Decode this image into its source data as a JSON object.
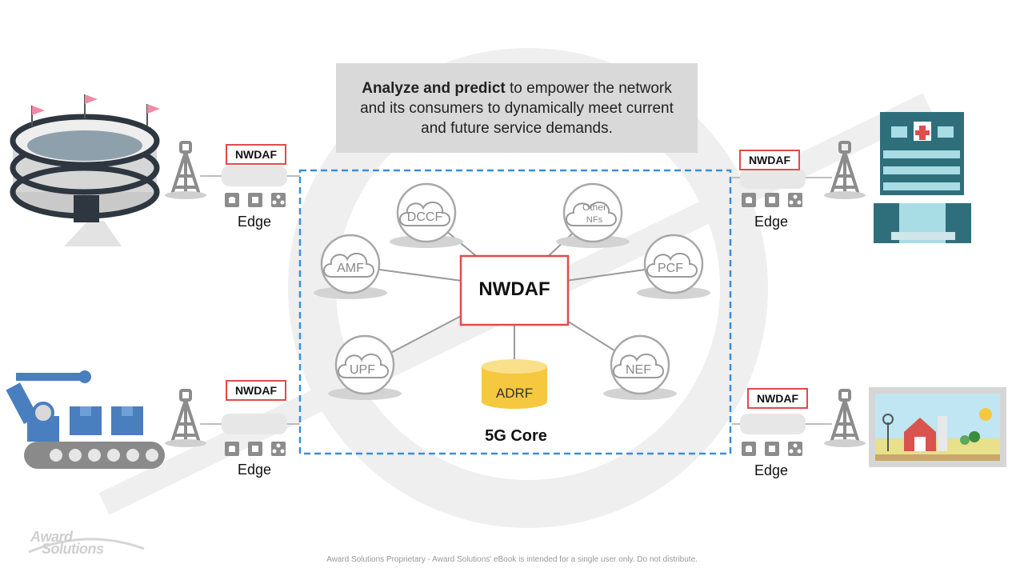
{
  "banner": {
    "bold": "Analyze and predict",
    "rest1": " to empower the network",
    "line2": "and its consumers to dynamically meet current",
    "line3": "and future service demands."
  },
  "core": {
    "label": "5G Core",
    "center": "NWDAF",
    "nodes": {
      "amf": "AMF",
      "dccf": "DCCF",
      "other": [
        "Other",
        "NFs"
      ],
      "pcf": "PCF",
      "upf": "UPF",
      "nef": "NEF",
      "adrf": "ADRF"
    }
  },
  "edges": [
    {
      "tag": "NWDAF",
      "label": "Edge"
    },
    {
      "tag": "NWDAF",
      "label": "Edge"
    },
    {
      "tag": "NWDAF",
      "label": "Edge"
    },
    {
      "tag": "NWDAF",
      "label": "Edge"
    }
  ],
  "logo": {
    "line1": "Award",
    "line2": "Solutions"
  },
  "footer": "Award Solutions Proprietary - Award Solutions' eBook is intended for a single user only. Do not distribute.",
  "colors": {
    "accent_red": "#e14b4b",
    "dash_blue": "#3a8fde",
    "adrf_yellow": "#f5c840",
    "cloud_gray": "#9a9a9a",
    "hospital_teal": "#2f6f7c"
  }
}
